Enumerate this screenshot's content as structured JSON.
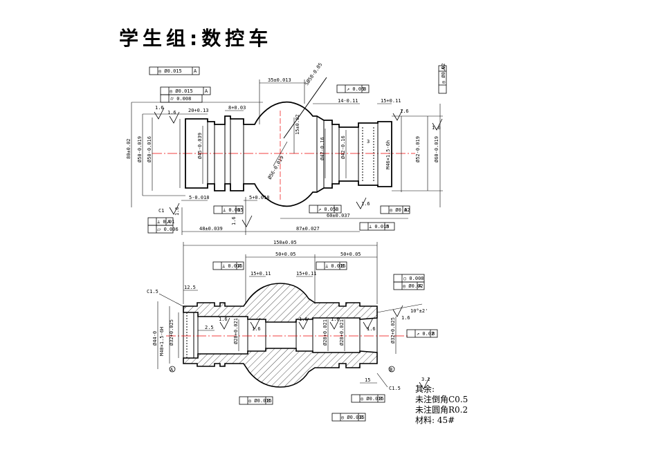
{
  "title": "学生组:数控车",
  "upper_view": {
    "dimensions": [
      "80±0.02",
      "Ø50-0.019",
      "Ø50-0.016",
      "Ø45-0.039",
      "20+0.13",
      "8+0.03",
      "35±0.013",
      "SØ50-0.05",
      "15±0.02",
      "Ø56-0.019",
      "Ø47-0.16",
      "Ø42-0.16",
      "M46×1.5-6h",
      "3",
      "14-0.11",
      "15+0.11",
      "Ø52-0.019",
      "Ø60-0.019",
      "5-0.018",
      "5+0.018",
      "60±0.037",
      "48±0.039",
      "87±0.027",
      "C1"
    ],
    "roughness": [
      "1.6",
      "1.6",
      "1.6",
      "1.6",
      "1.6",
      "1.6",
      "1.6"
    ],
    "tolerance_frames": [
      {
        "symbol": "◎",
        "value": "Ø0.015",
        "datum": "A"
      },
      {
        "symbol": "◎",
        "value": "Ø0.015",
        "datum": "A"
      },
      {
        "symbol": "⌭",
        "value": "0.008",
        "datum": ""
      },
      {
        "symbol": "↗",
        "value": "0.05",
        "datum": "B"
      },
      {
        "symbol": "◎",
        "value": "Ø0.02",
        "datum": "A"
      },
      {
        "symbol": "⊥",
        "value": "0.015",
        "datum": "B"
      },
      {
        "symbol": "⊥",
        "value": "0.01",
        "datum": "A"
      },
      {
        "symbol": "⏥",
        "value": "0.006",
        "datum": ""
      },
      {
        "symbol": "↗",
        "value": "0.05",
        "datum": "B"
      },
      {
        "symbol": "◎",
        "value": "Ø0.02",
        "datum": "A"
      },
      {
        "symbol": "⊥",
        "value": "0.015",
        "datum": "B"
      }
    ]
  },
  "lower_view": {
    "dimensions": [
      "150±0.05",
      "50+0.05",
      "50+0.05",
      "15+0.11",
      "15+0.11",
      "12.5",
      "C1.5",
      "2.5",
      "Ø44-0",
      "M40×1.5-6H",
      "Ø32+0.025",
      "Ø28+0.021",
      "Ø28+0.021",
      "Ø28+0.021",
      "Ø32+0.025",
      "10°±2'",
      "15",
      "C1.5",
      "A",
      "B"
    ],
    "roughness": [
      "1.6",
      "1.6",
      "1.6",
      "1.6",
      "1.6",
      "1.6"
    ],
    "tolerance_frames": [
      {
        "symbol": "⊥",
        "value": "0.015",
        "datum": "A"
      },
      {
        "symbol": "⊥",
        "value": "0.015",
        "datum": "B"
      },
      {
        "symbol": "○",
        "value": "0.008",
        "datum": ""
      },
      {
        "symbol": "◎",
        "value": "Ø0.02",
        "datum": "A"
      },
      {
        "symbol": "↗",
        "value": "0.02",
        "datum": "B"
      },
      {
        "symbol": "◎",
        "value": "Ø0.015",
        "datum": "B"
      },
      {
        "symbol": "◎",
        "value": "Ø0.015",
        "datum": "B"
      },
      {
        "symbol": "◎",
        "value": "Ø0.015",
        "datum": "B"
      }
    ]
  },
  "notes": {
    "roughness_value": "3.2",
    "line1": "其余:",
    "line2": "未注倒角C0.5",
    "line3": "未注圆角R0.2",
    "line4": "材料: 45#"
  }
}
